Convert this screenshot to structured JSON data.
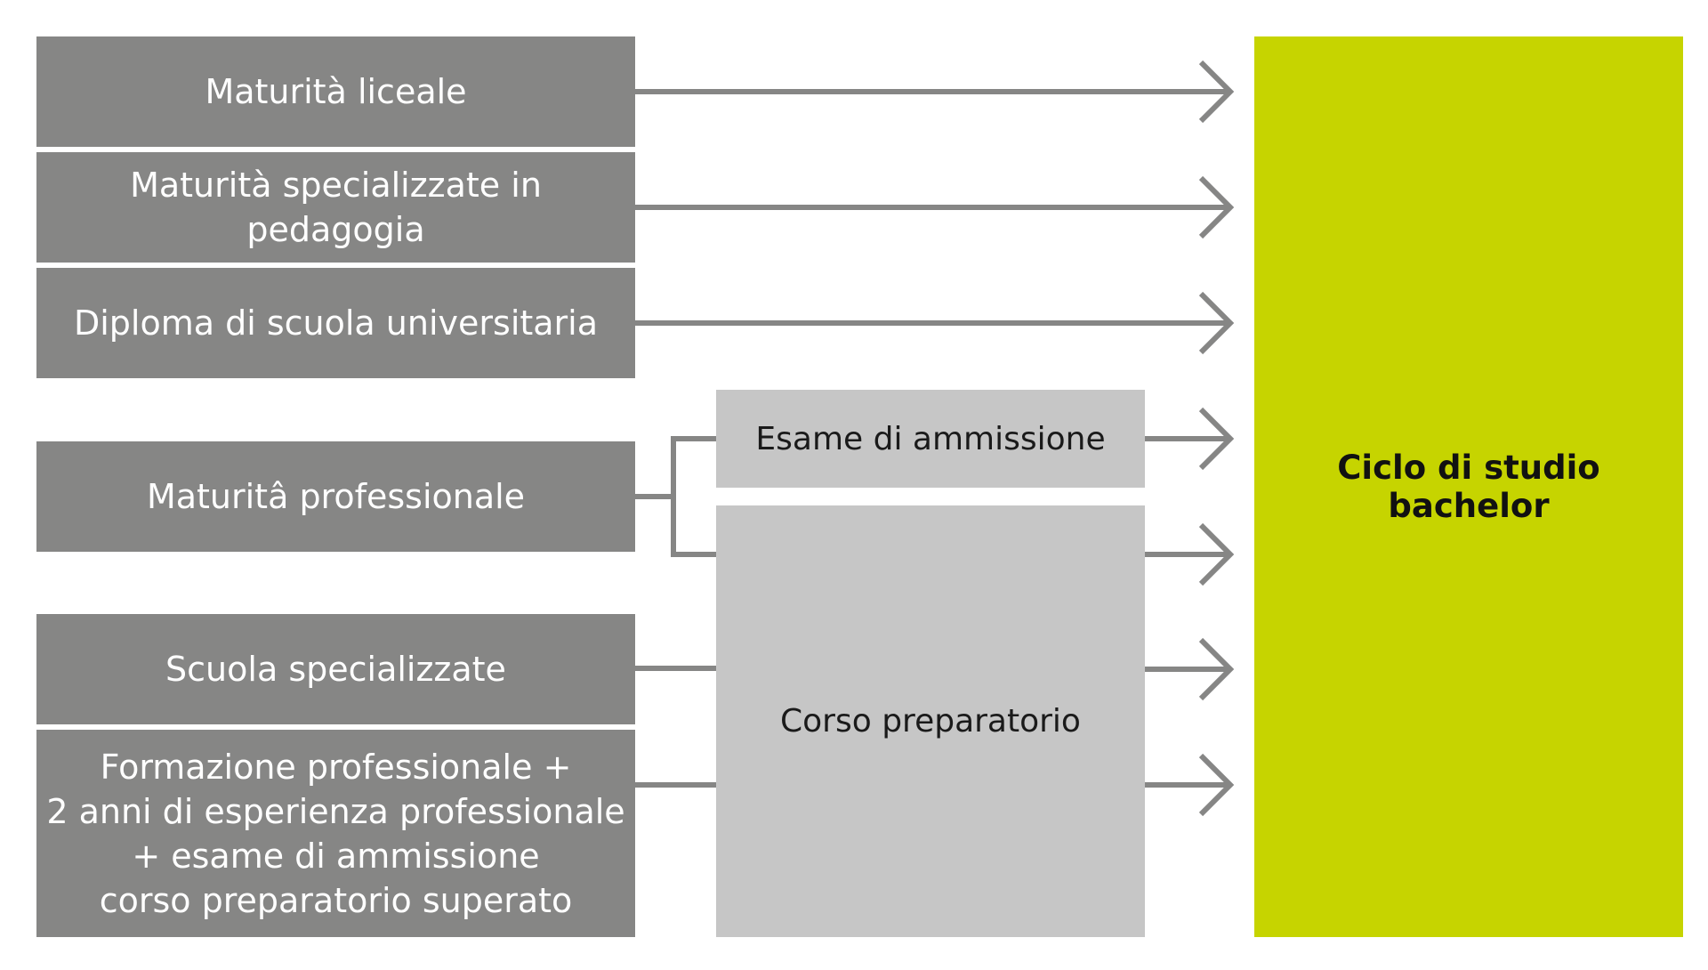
{
  "sources": {
    "maturita_liceale": "Maturità liceale",
    "maturita_pedagogia": "Maturità specializzate in pedagogia",
    "diploma_universitaria": "Diploma di scuola universitaria",
    "maturita_professionale": "Maturitâ professionale",
    "scuola_specializzate": "Scuola specializzate",
    "formazione_lines": [
      "Formazione professionale +",
      "2 anni di esperienza professionale",
      "+ esame di ammissione",
      "corso preparatorio superato"
    ]
  },
  "intermediate": {
    "esame": "Esame di ammissione",
    "corso": "Corso preparatorio"
  },
  "target": {
    "label": "Ciclo di studio bachelor"
  },
  "colors": {
    "source_box": "#868685",
    "intermediate_box": "#c6c6c6",
    "target_box": "#c6d400",
    "connector": "#868685"
  }
}
